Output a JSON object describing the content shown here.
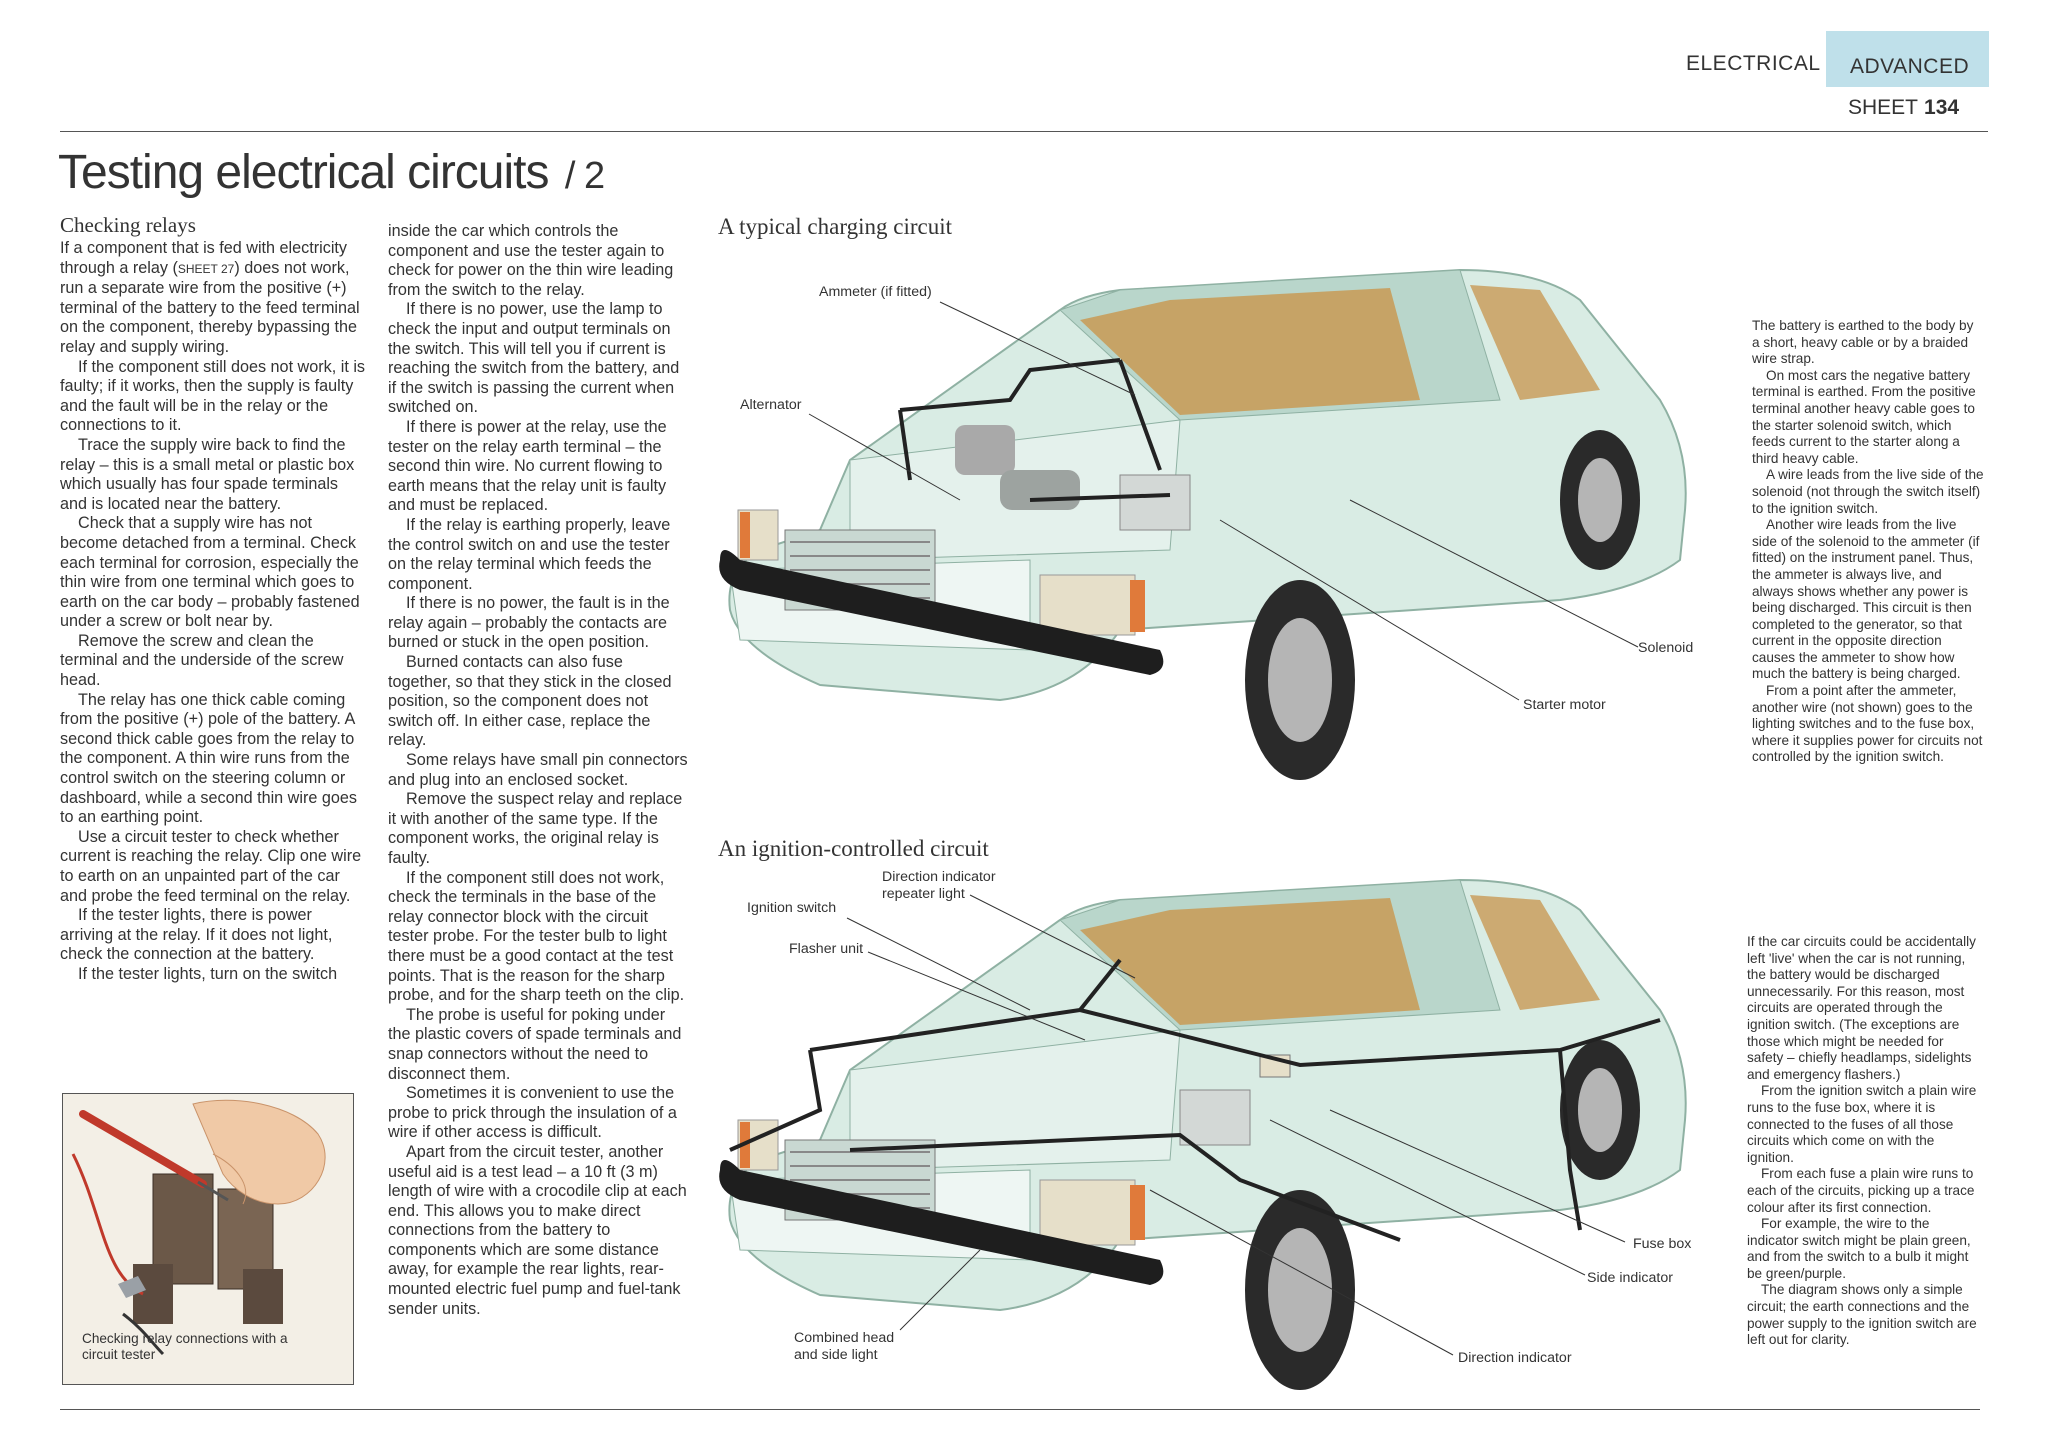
{
  "header": {
    "section": "ELECTRICAL",
    "level": "ADVANCED",
    "sheet_label": "SHEET",
    "sheet_number": "134"
  },
  "title": {
    "main": "Testing electrical circuits",
    "sub": "/ 2"
  },
  "column1": {
    "heading": "Checking relays",
    "p1a": "If a component that is fed with electricity through a relay (",
    "p1ref": "SHEET 27",
    "p1b": ") does not work, run a separate wire from the positive (+) terminal of the battery to the feed terminal on the component, thereby bypassing the relay and supply wiring.",
    "p2": "If the component still does not work, it is faulty; if it works, then the supply is faulty and the fault will be in the relay or the connections to it.",
    "p3": "Trace the supply wire back to find the relay – this is a small metal or plastic box which usually has four spade terminals and is located near the battery.",
    "p4": "Check that a supply wire has not become detached from a terminal. Check each terminal for corrosion, especially the thin wire from one terminal which goes to earth on the car body – probably fastened under a screw or bolt near by.",
    "p5": "Remove the screw and clean the terminal and the underside of the screw head.",
    "p6": "The relay has one thick cable coming from the positive (+) pole of the battery. A second thick cable goes from the relay to the component. A thin wire runs from the control switch on the steering column or dashboard, while a second thin wire goes to an earthing point.",
    "p7": "Use a circuit tester to check whether current is reaching the relay. Clip one wire to earth on an unpainted part of the car and probe the feed terminal on the relay.",
    "p8": "If the tester lights, there is power arriving at the relay. If it does not light, check the connection at the battery.",
    "p9": "If the tester lights, turn on the switch"
  },
  "column2": {
    "p1": "inside the car which controls the component and use the tester again to check for power on the thin wire leading from the switch to the relay.",
    "p2": "If there is no power, use the lamp to check the input and output terminals on the switch. This will tell you if current is reaching the switch from the battery, and if the switch is passing the current when switched on.",
    "p3": "If there is power at the relay, use the tester on the relay earth terminal – the second thin wire. No current flowing to earth means that the relay unit is faulty and must be replaced.",
    "p4": "If the relay is earthing properly, leave the control switch on and use the tester on the relay terminal which feeds the component.",
    "p5": "If there is no power, the fault is in the relay again – probably the contacts are burned or stuck in the open position.",
    "p6": "Burned contacts can also fuse together, so that they stick in the closed position, so the component does not switch off. In either case, replace the relay.",
    "p7": "Some relays have small pin connectors and plug into an enclosed socket.",
    "p8": "Remove the suspect relay and replace it with another of the same type. If the component works, the original relay is faulty.",
    "p9": "If the component still does not work, check the terminals in the base of the relay connector block with the circuit tester probe. For the tester bulb to light there must be a good contact at the test points. That is the reason for the sharp probe, and for the sharp teeth on the clip.",
    "p10": "The probe is useful for poking under the plastic covers of spade terminals and snap connectors without the need to disconnect them.",
    "p11": "Sometimes it is convenient to use the probe to prick through the insulation of a wire if other access is difficult.",
    "p12": "Apart from the circuit tester, another useful aid is a test lead – a 10 ft (3 m) length of wire with a crocodile clip at each end. This allows you to make direct connections from the battery to components which are some distance away, for example the rear lights, rear-mounted electric fuel pump and fuel-tank sender units."
  },
  "photo": {
    "caption": "Checking relay connections with a circuit tester"
  },
  "charging": {
    "title": "A typical charging circuit",
    "labels": {
      "ammeter": "Ammeter (if fitted)",
      "alternator": "Alternator",
      "solenoid": "Solenoid",
      "starter": "Starter motor"
    },
    "side_p1": "The battery is earthed to the body by a short, heavy cable or by a braided wire strap.",
    "side_p2": "On most cars the negative battery terminal is earthed. From the positive terminal another heavy cable goes to the starter solenoid switch, which feeds current to the starter along a third heavy cable.",
    "side_p3": "A wire leads from the live side of the solenoid (not through the switch itself) to the ignition switch.",
    "side_p4": "Another wire leads from the live side of the solenoid to the ammeter (if fitted) on the instrument panel. Thus, the ammeter is always live, and always shows whether any power is being discharged. This circuit is then completed to the generator, so that current in the opposite direction causes the ammeter to show how much the battery is being charged.",
    "side_p5": "From a point after the ammeter, another wire (not shown) goes to the lighting switches and to the fuse box, where it supplies power for circuits not controlled by the ignition switch."
  },
  "ignition": {
    "title": "An ignition-controlled circuit",
    "labels": {
      "direction_repeater_1": "Direction indicator",
      "direction_repeater_2": "repeater light",
      "ignition_switch": "Ignition switch",
      "flasher": "Flasher unit",
      "fuse_box": "Fuse box",
      "side_indicator": "Side indicator",
      "direction_indicator": "Direction indicator",
      "head_side_1": "Combined head",
      "head_side_2": "and side light"
    },
    "side_p1": "If the car circuits could be accidentally left 'live' when the car is not running, the battery would be discharged unnecessarily. For this reason, most circuits are operated through the ignition switch. (The exceptions are those which might be needed for safety – chiefly headlamps, sidelights and emergency flashers.)",
    "side_p2": "From the ignition switch a plain wire runs to the fuse box, where it is connected to the fuses of all those circuits which come on with the ignition.",
    "side_p3": "From each fuse a plain wire runs to each of the circuits, picking up a trace colour after its first connection.",
    "side_p4": "For example, the wire to the indicator switch might be plain green, and from the switch to a bulb it might be green/purple.",
    "side_p5": "The diagram shows only a simple circuit; the earth connections and the power supply to the ignition switch are left out for clarity."
  },
  "colors": {
    "car_body": "#d9ece4",
    "car_shadow": "#a9c7bb",
    "interior": "#c89a55",
    "wire": "#222222",
    "header_tab": "#bfe0ea"
  }
}
